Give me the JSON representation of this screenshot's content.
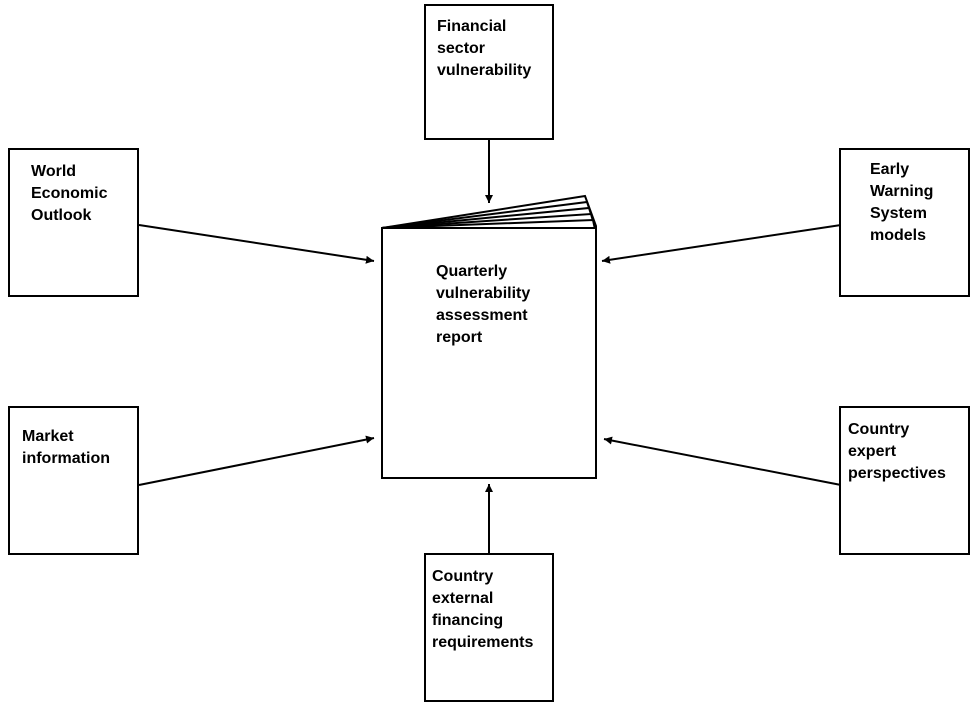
{
  "colors": {
    "stroke": "#000000",
    "background": "#ffffff"
  },
  "report": {
    "label": "Quarterly\nvulnerability\nassessment\nreport"
  },
  "inputs": {
    "financial_sector": "Financial\nsector\nvulnerability",
    "world_economic_outlook": "World\nEconomic\nOutlook",
    "early_warning": "Early\nWarning\nSystem\nmodels",
    "market_information": "Market\ninformation",
    "country_expert": "Country\nexpert\nperspectives",
    "country_external_financing": "Country\nexternal\nfinancing\nrequirements"
  }
}
